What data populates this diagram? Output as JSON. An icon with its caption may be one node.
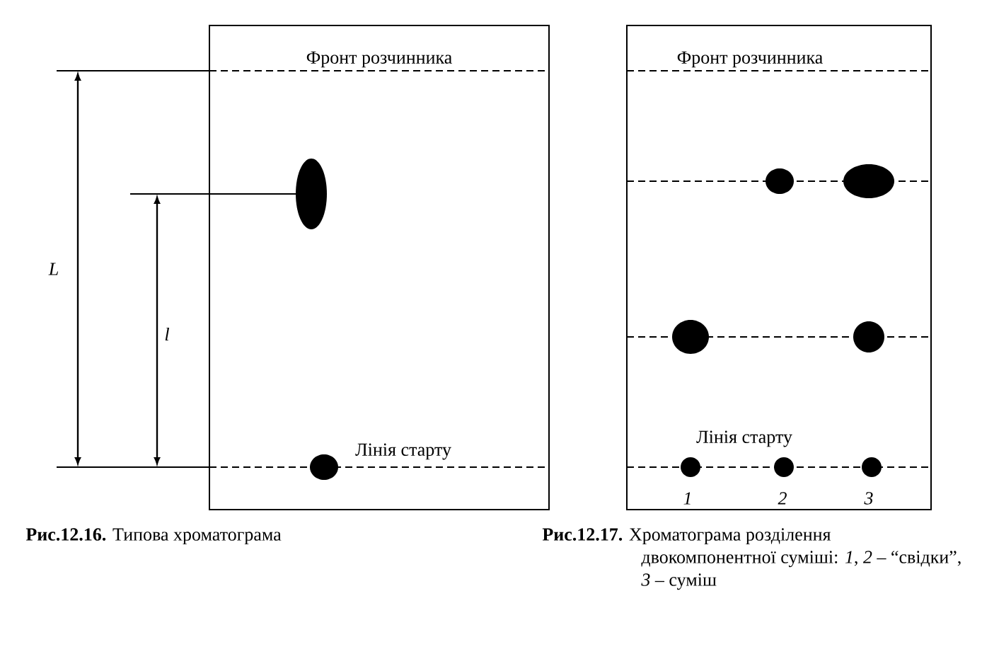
{
  "diagram": {
    "nodes": [
      {
        "text": [
          "Фронт розчинника",
          "Лінія старту"
        ]
      },
      {
        "text": [
          "Фронт розчинника",
          "Лінія старту",
          "*1*",
          "*2*",
          "*3*"
        ]
      }
    ],
    "labels": [
      "L",
      "l",
      "**Рис.12.16.** Типова хроматограма",
      "**Рис.12.17.** Хроматограма розділення двокомпонентної суміші: *1*, *2* – “свідки”, *3* – суміш"
    ]
  }
}
